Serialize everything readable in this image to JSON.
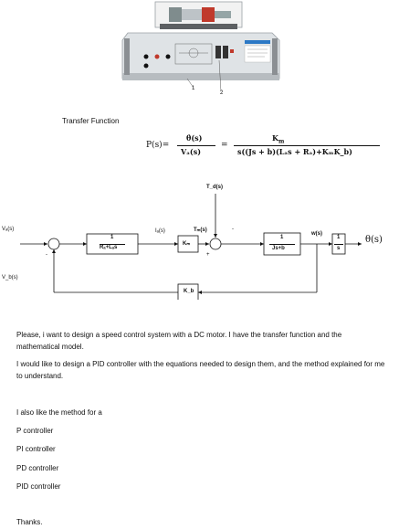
{
  "photo": {
    "labels": [
      "1",
      "2"
    ],
    "colors": {
      "panel": "#dfe3e6",
      "rail": "#8b8f93",
      "accent_red": "#c0392b",
      "accent_blue": "#2b78c5"
    }
  },
  "heading": "Transfer Function",
  "equation": {
    "lhs": "P(s)=",
    "frac1_num": "θ̇(s)",
    "frac1_den": "Vₐ(s)",
    "eq_sign": "=",
    "frac2_num": "K",
    "frac2_num_sub": "m",
    "frac2_den": "s((Js + b)(Lₐs + Rₐ)+KₘK_b)"
  },
  "diagram": {
    "va": "Vₐ(s)",
    "vb": "V_b(s)",
    "ia": "Iₐ(s)",
    "td": "T_d(s)",
    "tm": "Tₘ(s)",
    "w": "w(s)",
    "theta": "θ(s)",
    "minus1": "-",
    "minus2": "-",
    "plus": "+",
    "block1_num": "1",
    "block1_den": "Rₐ+Lₐs",
    "block_km": "Kₘ",
    "block3_num": "1",
    "block3_den": "Js+b",
    "block4_num": "1",
    "block4_den": "s",
    "block_kb": "K_b"
  },
  "body": {
    "para1": "Please, i want to design a speed control system with a DC motor. I have the transfer function and the mathematical model.",
    "para2": "I would like to design a PID controller with the equations needed to design them, and the method explained for me to understand.",
    "intro": "I also like the method for a",
    "methods": [
      "P controller",
      "PI controller",
      "PD controller",
      "PID controller"
    ],
    "closing": "Thanks."
  }
}
